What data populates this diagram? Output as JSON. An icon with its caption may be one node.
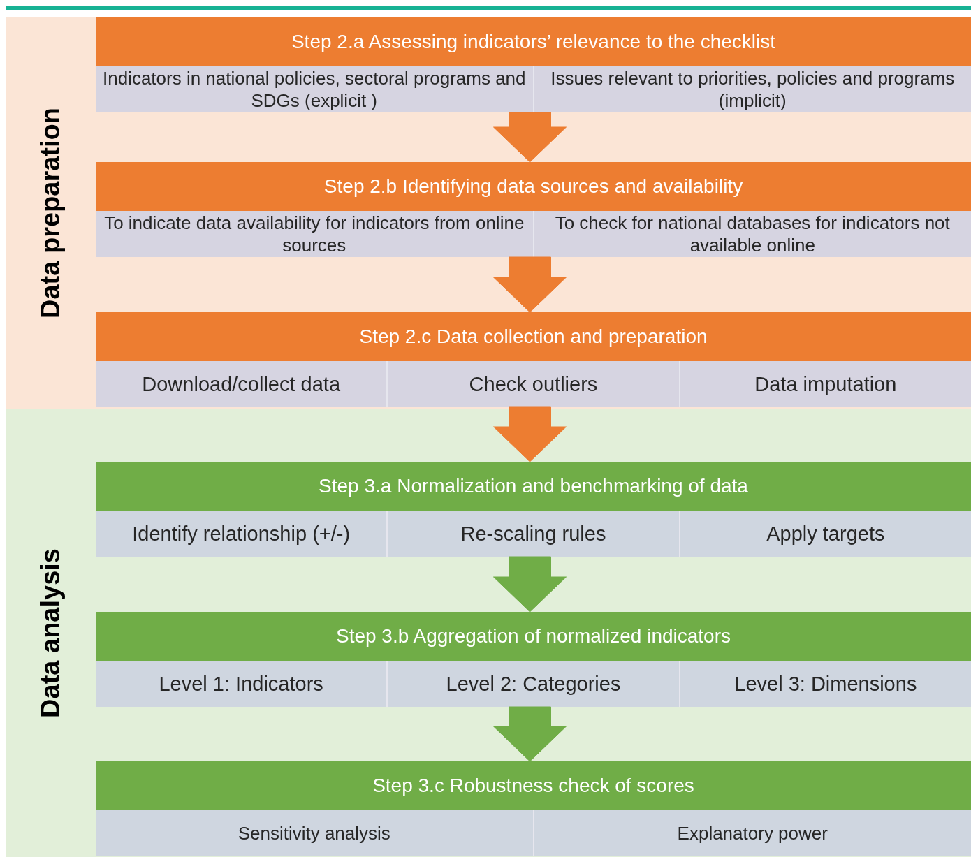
{
  "diagram": {
    "nodes": [
      {
        "text": [
          "Data preparation"
        ]
      },
      {
        "text": [
          "Step 2.a Assessing indicators’ relevance to the checklist"
        ],
        "in": 0
      },
      {
        "text": [
          "Indicators in national policies, sectoral programs and SDGs (explicit )"
        ],
        "in": 1
      },
      {
        "text": [
          "Issues relevant to priorities, policies and programs (implicit)"
        ],
        "in": 1
      },
      {
        "text": [
          "Step 2.b Identifying data sources and availability"
        ],
        "in": 0
      },
      {
        "text": [
          "To indicate data availability for indicators from online sources"
        ],
        "in": 4
      },
      {
        "text": [
          "To check for national databases for indicators not available online"
        ],
        "in": 4
      },
      {
        "text": [
          "Step 2.c Data collection and preparation"
        ],
        "in": 0
      },
      {
        "text": [
          "Download/collect data"
        ],
        "in": 7
      },
      {
        "text": [
          "Check outliers"
        ],
        "in": 7
      },
      {
        "text": [
          "Data imputation"
        ],
        "in": 7
      },
      {
        "text": [
          "Data analysis"
        ]
      },
      {
        "text": [
          "Step 3.a Normalization and benchmarking of data"
        ],
        "in": 11
      },
      {
        "text": [
          "Identify relationship (+/-)"
        ],
        "in": 12
      },
      {
        "text": [
          "Re-scaling rules"
        ],
        "in": 12
      },
      {
        "text": [
          "Apply targets"
        ],
        "in": 12
      },
      {
        "text": [
          "Step 3.b Aggregation of normalized indicators"
        ],
        "in": 11
      },
      {
        "text": [
          "Level 1: Indicators"
        ],
        "in": 16
      },
      {
        "text": [
          "Level 2: Categories"
        ],
        "in": 16
      },
      {
        "text": [
          "Level 3: Dimensions"
        ],
        "in": 16
      },
      {
        "text": [
          "Step 3.c Robustness check of scores"
        ],
        "in": 11
      },
      {
        "text": [
          "Sensitivity analysis"
        ],
        "in": 20
      },
      {
        "text": [
          "Explanatory power"
        ],
        "in": 20
      }
    ],
    "edges": [
      {
        "from": 1,
        "to": 4,
        "arrow": "to"
      },
      {
        "from": 4,
        "to": 7,
        "arrow": "to"
      },
      {
        "from": 7,
        "to": 12,
        "arrow": "to"
      },
      {
        "from": 12,
        "to": 16,
        "arrow": "to",
        "color": "#70ad47"
      },
      {
        "from": 16,
        "to": 20,
        "arrow": "to",
        "color": "#70ad47"
      }
    ]
  }
}
